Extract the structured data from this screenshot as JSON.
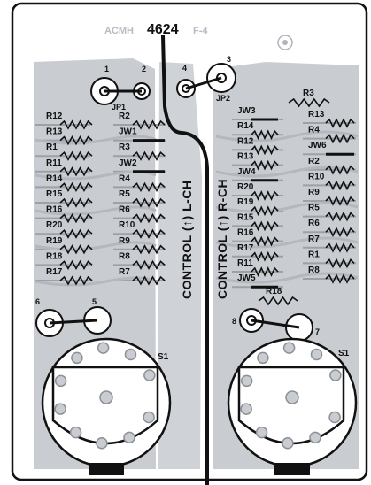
{
  "board_number": "4624",
  "faded_marking": "F-4",
  "faded_code": "ACMH",
  "left_channel_label": "CONTROL (↑) L-CH",
  "right_channel_label": "CONTROL (↑) R-CH",
  "left": {
    "jumper": "JP1",
    "jumper_pads": [
      "1",
      "2"
    ],
    "left_column": [
      "R12",
      "R13",
      "R1",
      "R11",
      "R14",
      "R15",
      "R16",
      "R20",
      "R19",
      "R18",
      "R17"
    ],
    "right_column": [
      "R2",
      "JW1",
      "R3",
      "JW2",
      "R4",
      "R5",
      "R6",
      "R10",
      "R9",
      "R8",
      "R7"
    ],
    "lower_pads": [
      "6",
      "5"
    ],
    "switch": "S1"
  },
  "right": {
    "jumper": "JP2",
    "jumper_pads": [
      "4",
      "3"
    ],
    "top_resistor": "R3",
    "left_column": [
      "JW3",
      "R14",
      "R12",
      "R13",
      "JW4",
      "R20",
      "R19",
      "R15",
      "R16",
      "R17",
      "R11",
      "JW5"
    ],
    "right_column": [
      "R13",
      "R4",
      "JW6",
      "R2",
      "R10",
      "R9",
      "R5",
      "R6",
      "R7",
      "R1",
      "R8"
    ],
    "bottom_resistor": "R18",
    "lower_pads": [
      "8",
      "7"
    ],
    "switch": "S1"
  },
  "colors": {
    "board": "#c9ccd1",
    "trace": "#a4a8ae",
    "ink": "#111111",
    "background": "#ffffff"
  }
}
